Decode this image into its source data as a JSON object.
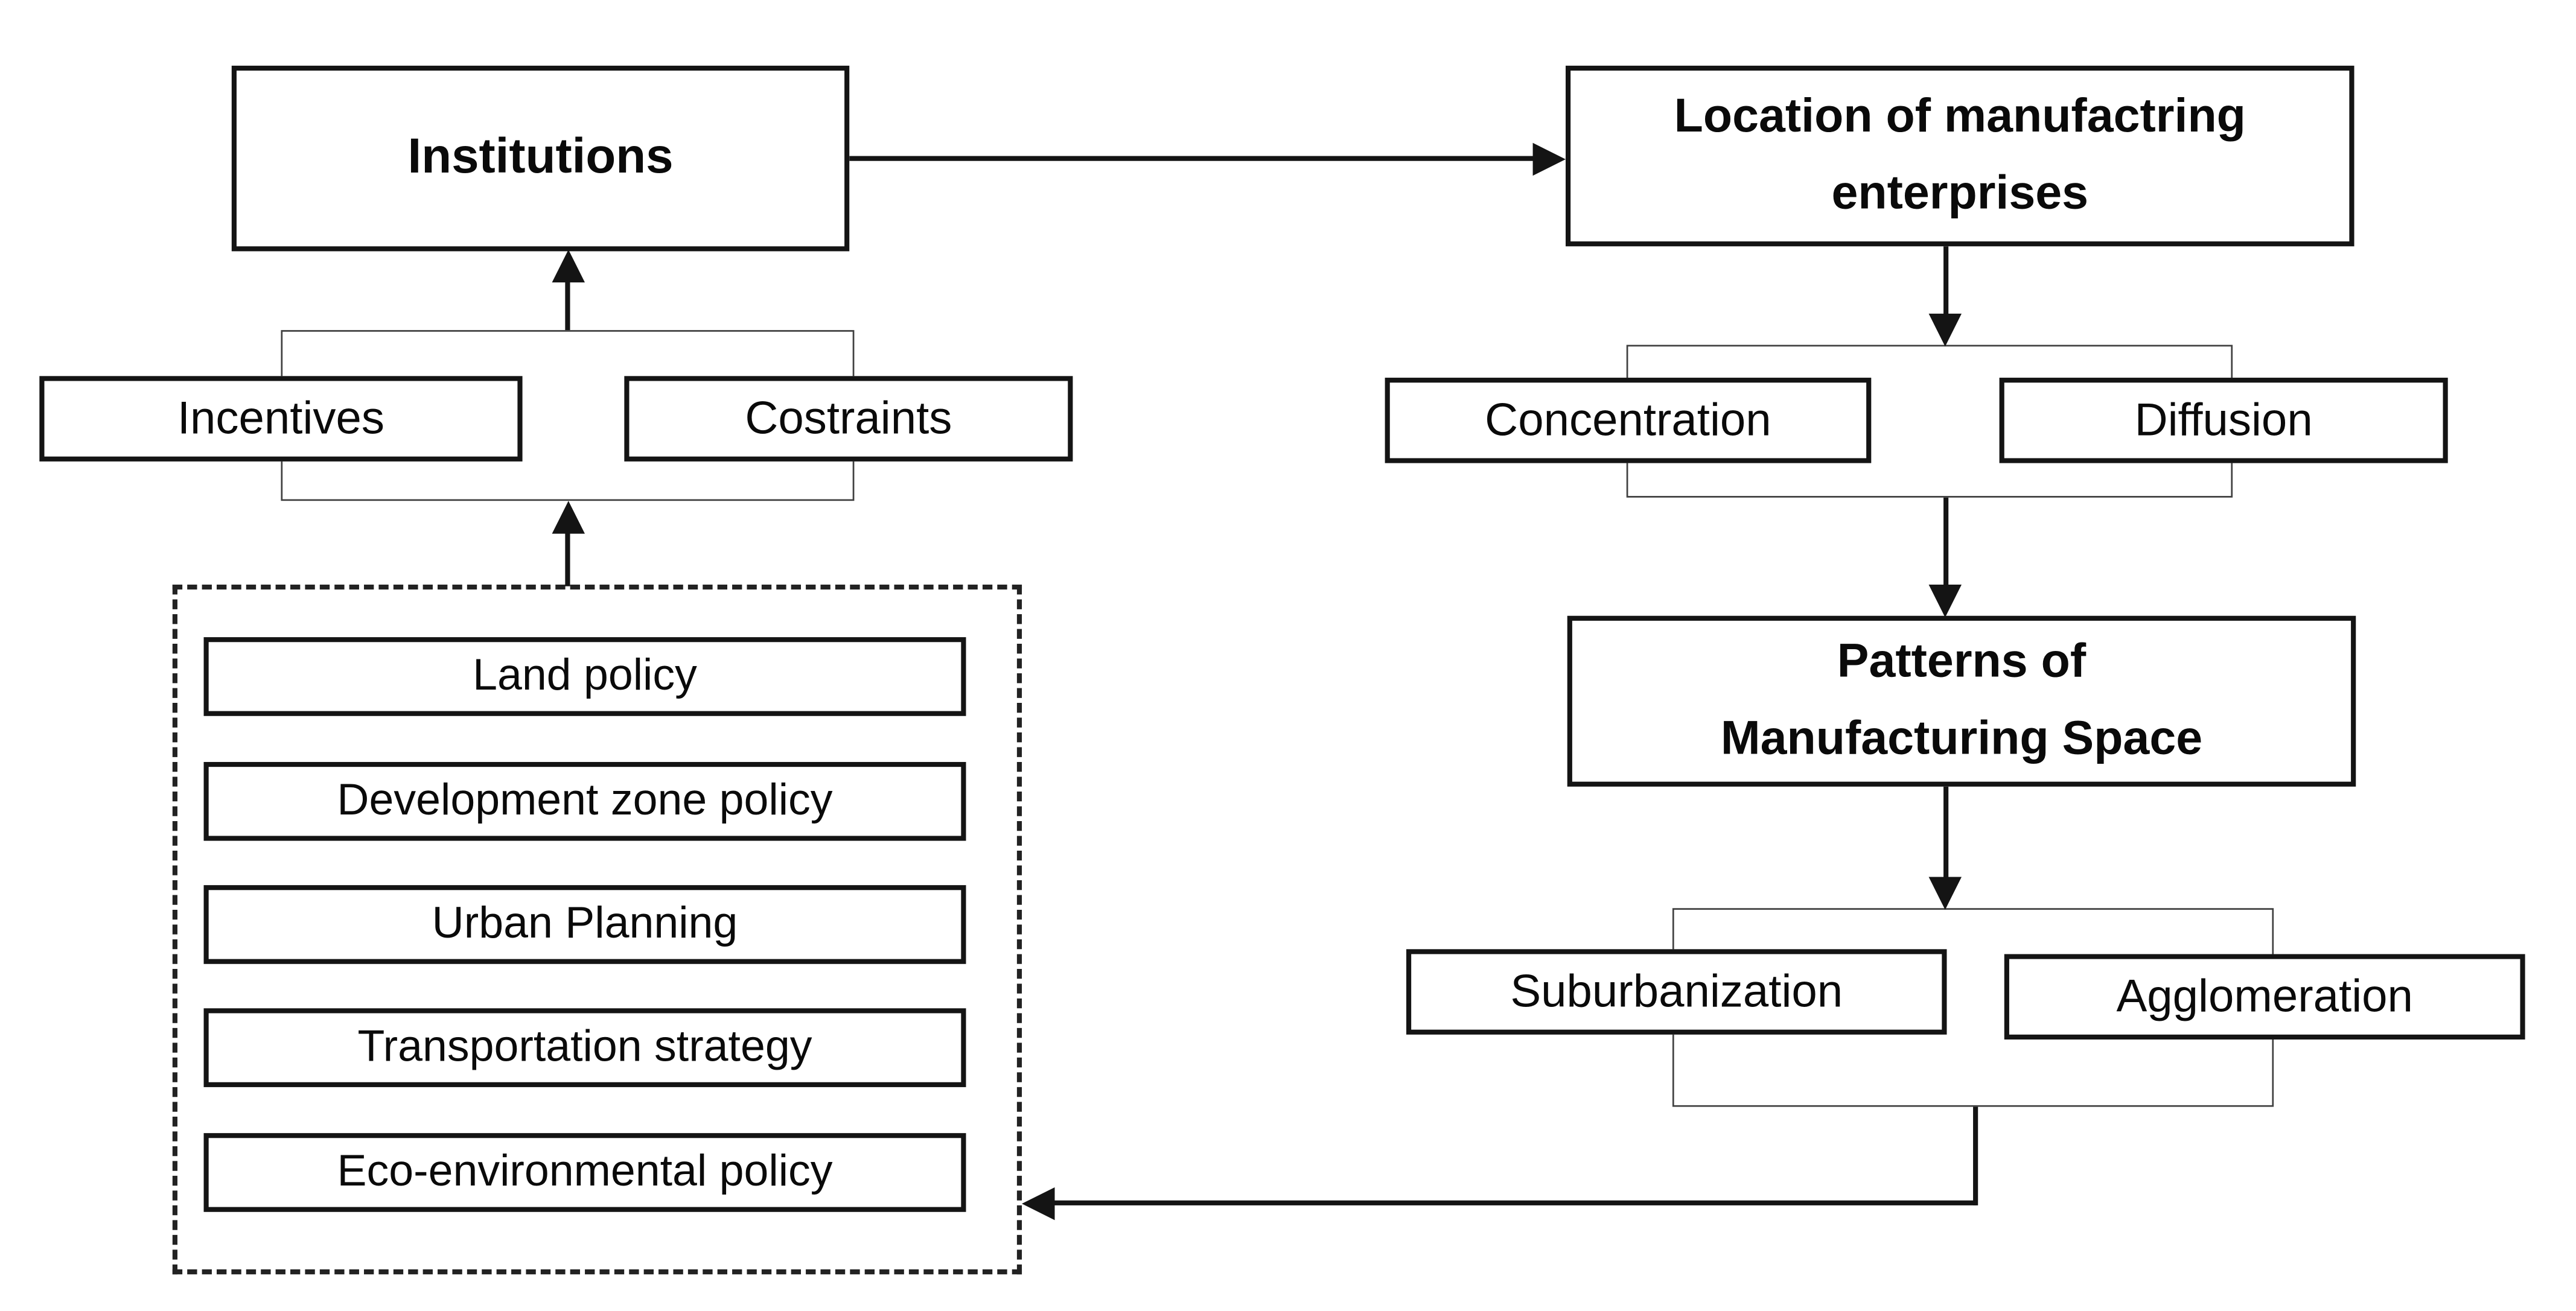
{
  "colors": {
    "background": "#ffffff",
    "box_border": "#141414",
    "bracket_border": "#404040",
    "dash_border": "#222222",
    "arrow": "#141414",
    "text": "#0a0a0a"
  },
  "nodes": {
    "institutions": {
      "label": "Institutions"
    },
    "location": {
      "line1": "Location of manufactring",
      "line2": "enterprises"
    },
    "incentives": {
      "label": "Incentives"
    },
    "costraints": {
      "label": "Costraints"
    },
    "concentration": {
      "label": "Concentration"
    },
    "diffusion": {
      "label": "Diffusion"
    },
    "patterns": {
      "line1": "Patterns of",
      "line2": "Manufacturing Space"
    },
    "suburbanization": {
      "label": "Suburbanization"
    },
    "agglomeration": {
      "label": "Agglomeration"
    }
  },
  "policy_group": {
    "items": [
      {
        "label": "Land policy"
      },
      {
        "label": "Development zone policy"
      },
      {
        "label": "Urban Planning"
      },
      {
        "label": "Transportation strategy"
      },
      {
        "label": "Eco-environmental policy"
      }
    ]
  }
}
